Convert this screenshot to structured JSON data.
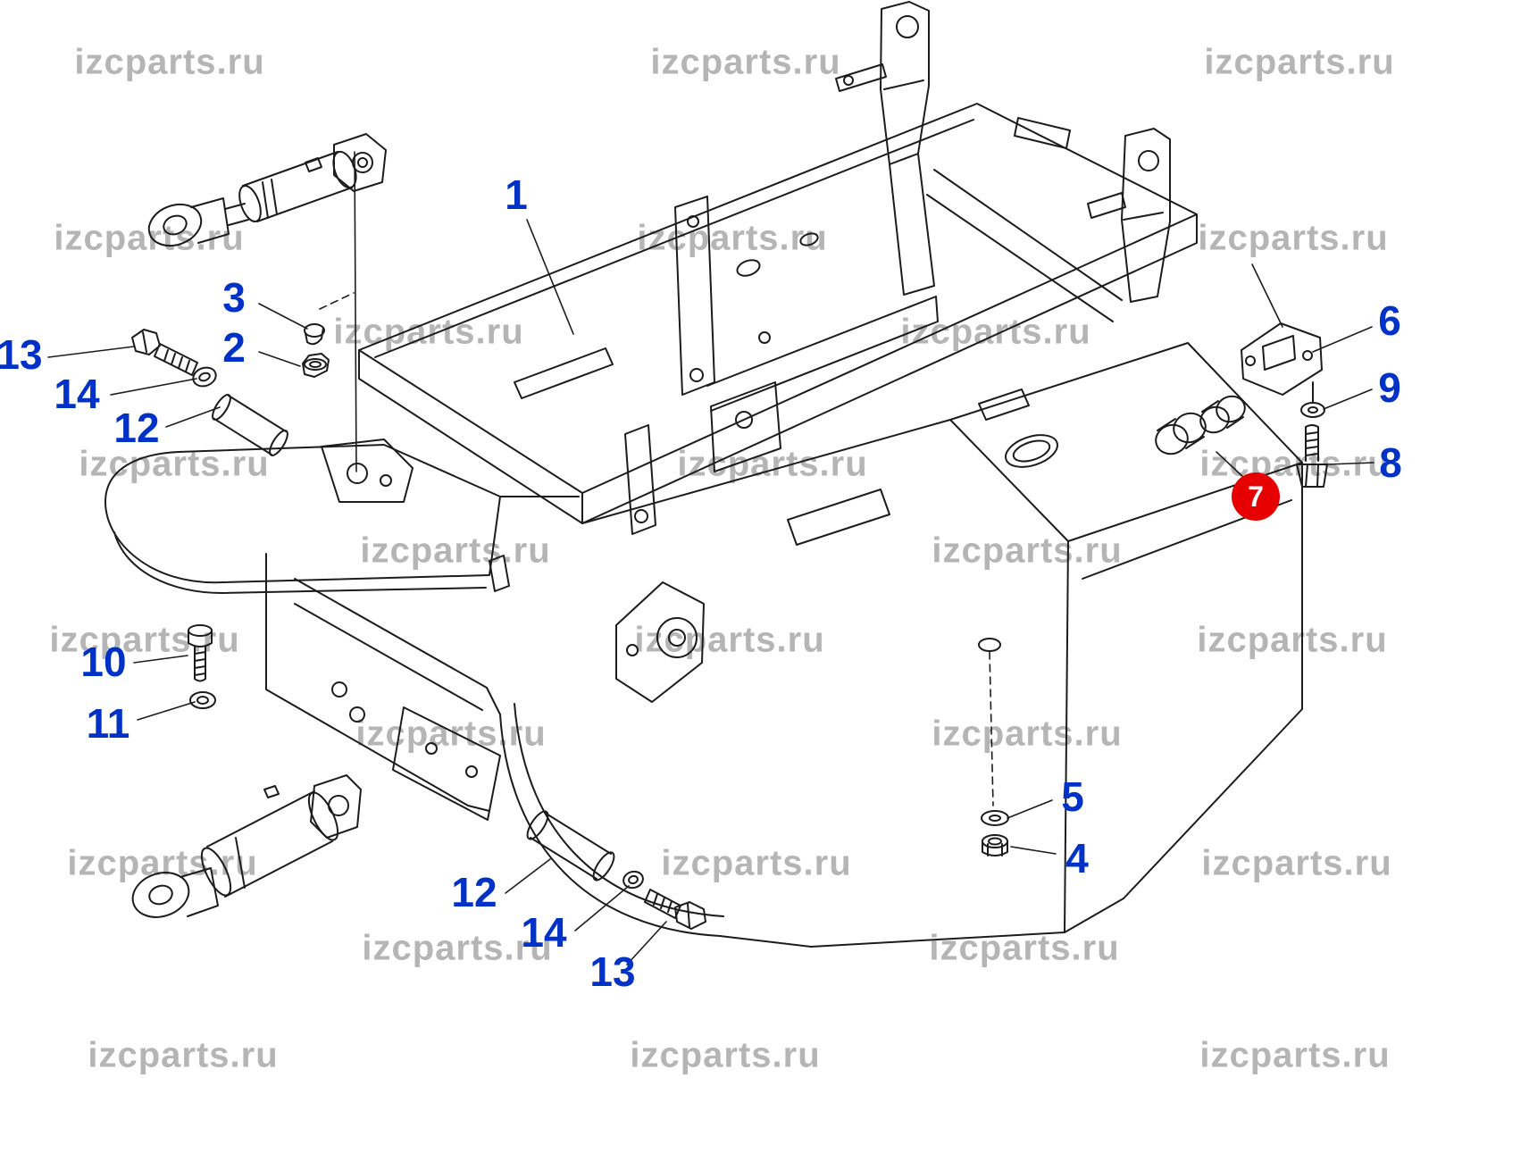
{
  "watermark": {
    "text": "izcparts.ru"
  },
  "colors": {
    "callout": "#0032c8",
    "highlight_bg": "#e60000",
    "highlight_text": "#ffffff",
    "line": "#1c1c1c",
    "watermark": "#b5b5b5"
  },
  "diagram": {
    "type": "exploded-parts-diagram",
    "highlight": {
      "label": "7"
    },
    "callouts": {
      "c1": "1",
      "c2": "2",
      "c3": "3",
      "c4": "4",
      "c5": "5",
      "c6": "6",
      "c7": "7",
      "c8": "8",
      "c9": "9",
      "c10": "10",
      "c11": "11",
      "c12a": "12",
      "c12b": "12",
      "c13a": "13",
      "c13b": "13",
      "c14a": "14",
      "c14b": "14"
    }
  }
}
